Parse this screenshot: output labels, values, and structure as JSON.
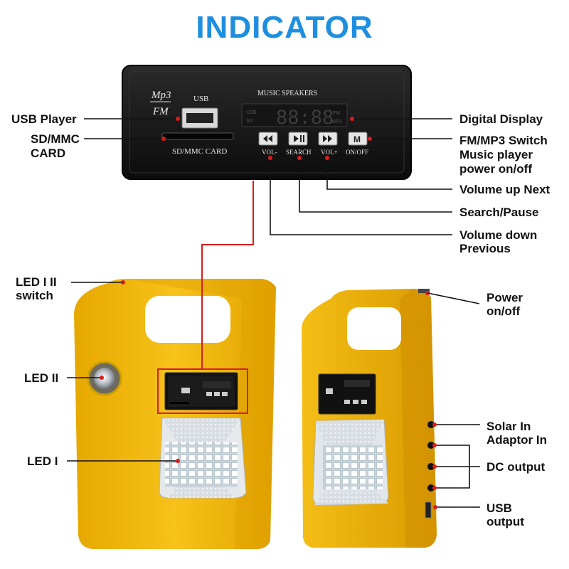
{
  "title": "INDICATOR",
  "panel": {
    "mp3": "Mp3",
    "fm": "FM",
    "usb": "USB",
    "music_speakers": "MUSIC SPEAKERS",
    "sd_card": "SD/MMC CARD",
    "btn_vol_down": "VOL-",
    "btn_search": "SEARCH",
    "btn_vol_up": "VOL+",
    "btn_on_off": "ON/OFF",
    "display_digits": "88:88",
    "display_fm": "FM",
    "display_mp3": "MP3",
    "display_usb": "USB",
    "display_sd": "SD",
    "mode_button": "M"
  },
  "labels": {
    "usb_player": "USB Player",
    "sd_mmc_line1": "SD/MMC",
    "sd_mmc_line2": "CARD",
    "digital_display": "Digital Display",
    "fm_mp3_line1": "FM/MP3 Switch",
    "fm_mp3_line2": "Music player",
    "fm_mp3_line3": "power on/off",
    "volume_up_next": "Volume up Next",
    "search_pause": "Search/Pause",
    "volume_down_line1": "Volume down",
    "volume_down_line2": "Previous",
    "led_switch_line1": "LED I II",
    "led_switch_line2": "switch",
    "led_ii": "LED II",
    "led_i": "LED I",
    "power_line1": "Power",
    "power_line2": "on/off",
    "solar_in": "Solar In",
    "adaptor_in": "Adaptor In",
    "dc_output": "DC output",
    "usb_output_line1": "USB",
    "usb_output_line2": "output"
  },
  "colors": {
    "title": "#1e8fe0",
    "housing": "#f2b705",
    "panel": "#141414",
    "callout_red": "#d91c1c"
  }
}
